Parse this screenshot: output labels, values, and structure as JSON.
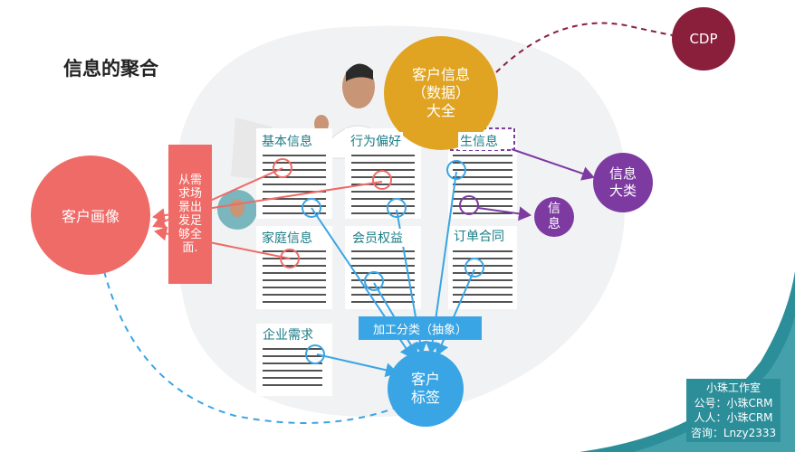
{
  "title": "信息的聚合",
  "customer_info": [
    "客户信息",
    "（数据）",
    "大全"
  ],
  "cdp": "CDP",
  "customer_portrait": "客户画像",
  "side_banner": "从需求场景出发足够全面.",
  "info_categories": [
    "基本信息",
    "行为偏好",
    "生信息",
    "家庭信息",
    "会员权益",
    "订单合同",
    "企业需求"
  ],
  "info_major": [
    "信息",
    "大类"
  ],
  "info_minor": [
    "信",
    "息"
  ],
  "process_label": "加工分类（抽象）",
  "customer_tags": [
    "客户",
    "标签"
  ],
  "studio": {
    "name": "小珠工作室",
    "public_account": "公号：小珠CRM",
    "renren": "人人：小珠CRM",
    "consult": "咨询：Lnzy2333"
  },
  "colors": {
    "red": "#ee6b67",
    "blue": "#3aa5e4",
    "purple": "#7d3ba2",
    "gold": "#e0a422",
    "maroon": "#8a1f3c",
    "teal": "#2c8e99"
  }
}
